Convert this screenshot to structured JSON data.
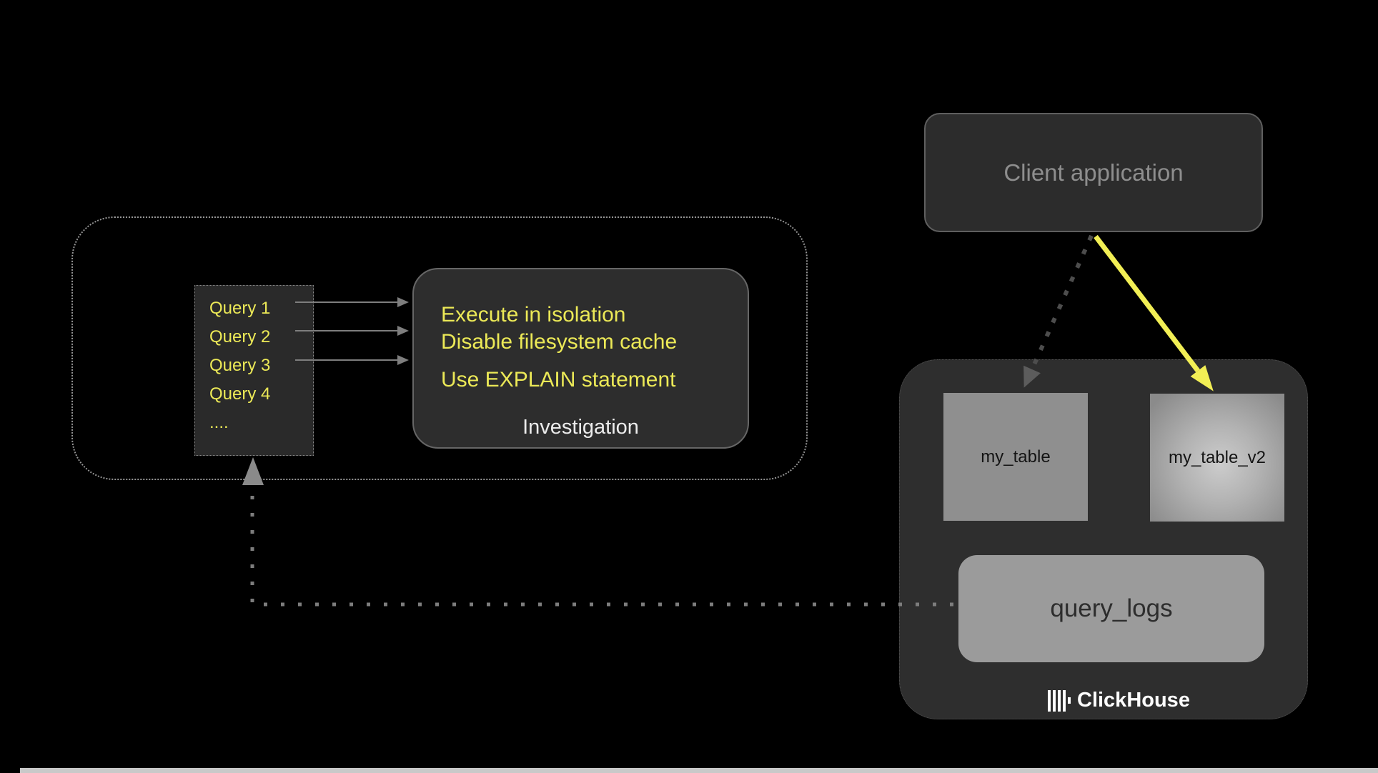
{
  "diagram": {
    "client": {
      "label": "Client application"
    },
    "workbench": {
      "queries": [
        "Query 1",
        "Query 2",
        "Query 3",
        "Query 4",
        "...."
      ],
      "investigation": {
        "notes": [
          "Execute in isolation",
          "Disable filesystem cache",
          "Use EXPLAIN statement"
        ],
        "title": "Investigation"
      }
    },
    "clickhouse": {
      "table": "my_table",
      "table_v2": "my_table_v2",
      "query_logs": "query_logs",
      "brand": "ClickHouse",
      "brand_icon": "clickhouse-bars-icon"
    },
    "colors": {
      "background": "#000000",
      "accent_yellow": "#ECE957",
      "arrow_yellow": "#F2EF55",
      "node_gray": "#8F8F8F",
      "panel_dark": "#2D2D2D"
    }
  }
}
